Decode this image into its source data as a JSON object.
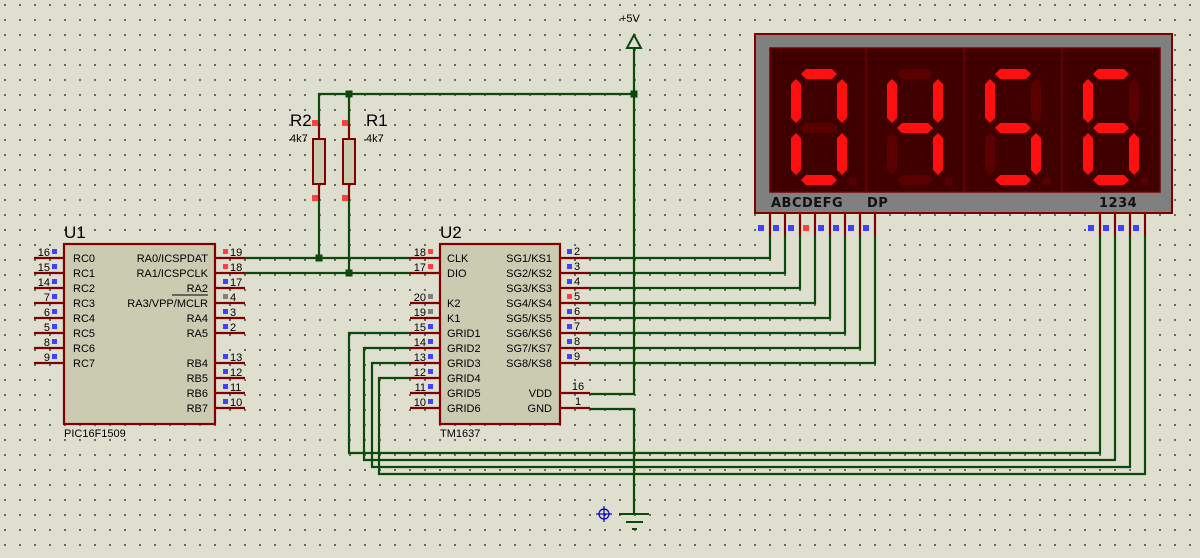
{
  "schematic": {
    "power": {
      "label": "+5V"
    },
    "resistors": [
      {
        "ref": "R2",
        "value": "4k7"
      },
      {
        "ref": "R1",
        "value": "4k7"
      }
    ],
    "u1": {
      "ref": "U1",
      "part": "PIC16F1509",
      "left_pins": [
        {
          "num": "16",
          "name": "RC0",
          "state": "blue"
        },
        {
          "num": "15",
          "name": "RC1",
          "state": "blue"
        },
        {
          "num": "14",
          "name": "RC2",
          "state": "blue"
        },
        {
          "num": "7",
          "name": "RC3",
          "state": "blue"
        },
        {
          "num": "6",
          "name": "RC4",
          "state": "blue"
        },
        {
          "num": "5",
          "name": "RC5",
          "state": "blue"
        },
        {
          "num": "8",
          "name": "RC6",
          "state": "blue"
        },
        {
          "num": "9",
          "name": "RC7",
          "state": "blue"
        }
      ],
      "right_pins": [
        {
          "num": "19",
          "name": "RA0/ICSPDAT",
          "state": "red"
        },
        {
          "num": "18",
          "name": "RA1/ICSPCLK",
          "state": "red"
        },
        {
          "num": "17",
          "name": "RA2",
          "state": "blue"
        },
        {
          "num": "4",
          "name": "RA3/VPP/MCLR",
          "state": "gray"
        },
        {
          "num": "3",
          "name": "RA4",
          "state": "blue"
        },
        {
          "num": "2",
          "name": "RA5",
          "state": "blue"
        },
        {
          "num": "13",
          "name": "RB4",
          "state": "blue"
        },
        {
          "num": "12",
          "name": "RB5",
          "state": "blue"
        },
        {
          "num": "11",
          "name": "RB6",
          "state": "blue"
        },
        {
          "num": "10",
          "name": "RB7",
          "state": "blue"
        }
      ]
    },
    "u2": {
      "ref": "U2",
      "part": "TM1637",
      "left_pins": [
        {
          "num": "18",
          "name": "CLK",
          "state": "red"
        },
        {
          "num": "17",
          "name": "DIO",
          "state": "red"
        },
        {
          "num": "20",
          "name": "K2",
          "state": "gray"
        },
        {
          "num": "19",
          "name": "K1",
          "state": "gray"
        },
        {
          "num": "15",
          "name": "GRID1",
          "state": "blue"
        },
        {
          "num": "14",
          "name": "GRID2",
          "state": "blue"
        },
        {
          "num": "13",
          "name": "GRID3",
          "state": "blue"
        },
        {
          "num": "12",
          "name": "GRID4",
          "state": "blue"
        },
        {
          "num": "11",
          "name": "GRID5",
          "state": "blue"
        },
        {
          "num": "10",
          "name": "GRID6",
          "state": "blue"
        }
      ],
      "right_pins": [
        {
          "num": "2",
          "name": "SG1/KS1",
          "state": "blue"
        },
        {
          "num": "3",
          "name": "SG2/KS2",
          "state": "blue"
        },
        {
          "num": "4",
          "name": "SG3/KS3",
          "state": "blue"
        },
        {
          "num": "5",
          "name": "SG4/KS4",
          "state": "red"
        },
        {
          "num": "6",
          "name": "SG5/KS5",
          "state": "blue"
        },
        {
          "num": "7",
          "name": "SG6/KS6",
          "state": "blue"
        },
        {
          "num": "8",
          "name": "SG7/KS7",
          "state": "blue"
        },
        {
          "num": "9",
          "name": "SG8/KS8",
          "state": "blue"
        },
        {
          "num": "16",
          "name": "VDD",
          "state": "none"
        },
        {
          "num": "1",
          "name": "GND",
          "state": "none"
        }
      ]
    },
    "display": {
      "digits": [
        "0",
        "4",
        "5",
        "6"
      ],
      "segment_label": "ABCDEFG",
      "dp_label": "DP",
      "digit_label": "1234",
      "segment_pin_states": [
        "blue",
        "blue",
        "blue",
        "red",
        "blue",
        "blue",
        "blue",
        "blue"
      ],
      "digit_pin_states": [
        "blue",
        "blue",
        "blue",
        "blue"
      ]
    },
    "colors": {
      "wire": "#0b4a0b",
      "pin": "#800000",
      "body_fill": "#cbcbb2",
      "body_stroke": "#800000",
      "pin_blue": "#4040ff",
      "pin_red": "#ff4040",
      "pin_gray": "#808080",
      "seg_on": "#ff1010",
      "seg_off": "#5a0000",
      "display_bg": "#400000",
      "display_frame": "#808080",
      "probe": "#0000c0"
    }
  }
}
